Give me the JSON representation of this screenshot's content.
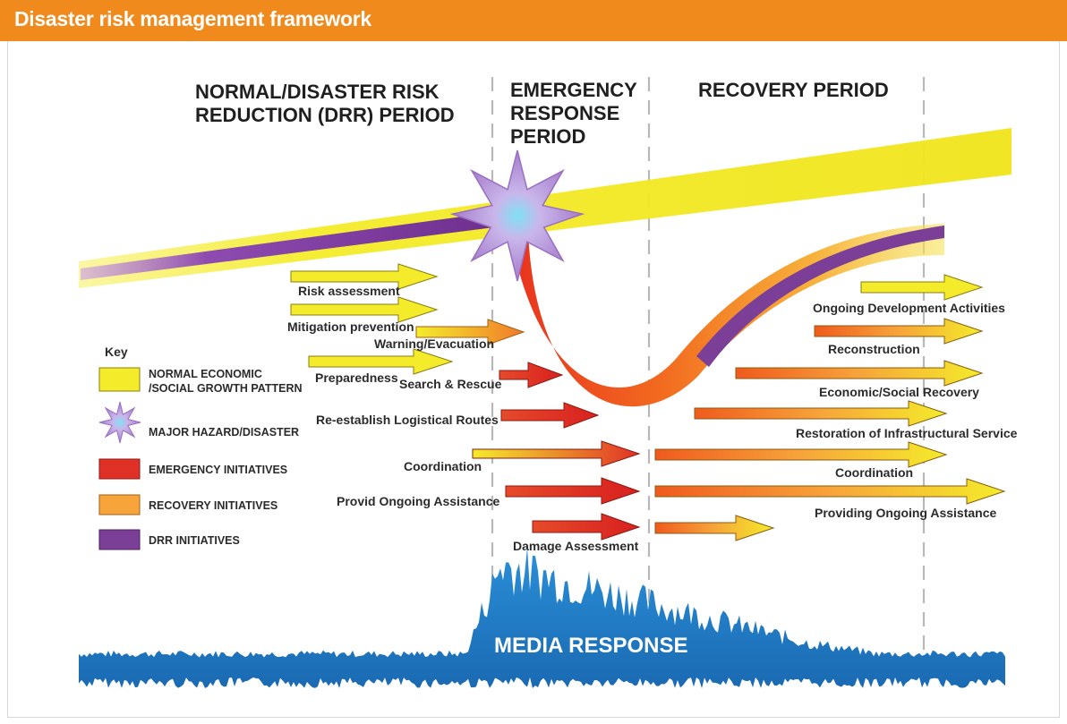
{
  "header": {
    "title": "Disaster risk management framework"
  },
  "periods": {
    "drr_line1": "NORMAL/DISASTER RISK",
    "drr_line2": "REDUCTION (DRR) PERIOD",
    "emergency_line1": "EMERGENCY",
    "emergency_line2": "RESPONSE",
    "emergency_line3": "PERIOD",
    "recovery": "RECOVERY PERIOD"
  },
  "key": {
    "title": "Key",
    "normal_line1": "NORMAL ECONOMIC",
    "normal_line2": "/SOCIAL GROWTH PATTERN",
    "hazard": "MAJOR HAZARD/DISASTER",
    "emergency": "EMERGENCY INITIATIVES",
    "recovery": "RECOVERY INITIATIVES",
    "drr": "DRR INITIATIVES"
  },
  "activities": {
    "risk_assessment": "Risk assessment",
    "mitigation_prevention": "Mitigation prevention",
    "warning_evacuation": "Warning/Evacuation",
    "preparedness": "Preparedness",
    "search_rescue": "Search & Rescue",
    "reestablish_routes": "Re-establish Logistical Routes",
    "coordination_left": "Coordination",
    "ongoing_assistance_left": "Provid Ongoing Assistance",
    "damage_assessment": "Damage Assessment",
    "ongoing_development": "Ongoing Development Activities",
    "reconstruction": "Reconstruction",
    "economic_social_recovery": "Economic/Social Recovery",
    "restoration_infrastructure": "Restoration of Infrastructural Service",
    "coordination_right": "Coordination",
    "providing_ongoing_assistance": "Providing Ongoing Assistance"
  },
  "media": {
    "label": "MEDIA RESPONSE"
  },
  "colors": {
    "header": "#f08a1c",
    "normal_growth": "#f2ea1c",
    "hazard": "#b58ad6",
    "emergency": "#e03127",
    "recovery": "#f7a43a",
    "drr": "#7b3f98",
    "media": "#1f78c1"
  }
}
